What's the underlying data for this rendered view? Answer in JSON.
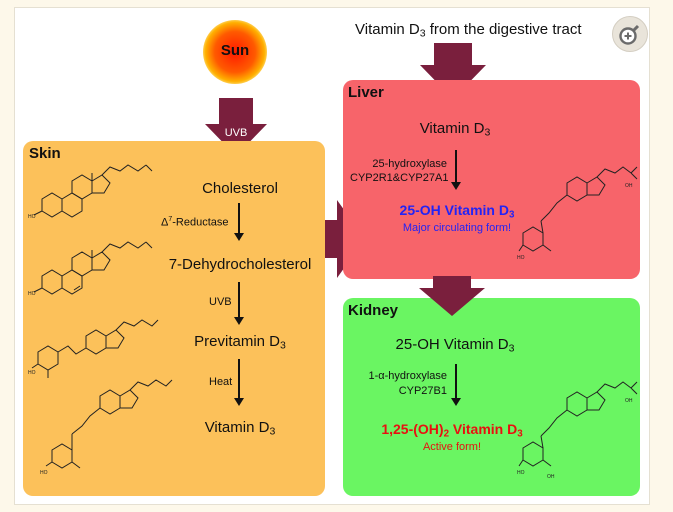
{
  "top": {
    "source_main": "Vitamin D",
    "source_sub": "3",
    "source_rest": " from the digestive tract"
  },
  "sun": {
    "label": "Sun"
  },
  "uvb_arrow": {
    "label": "UVB"
  },
  "skin": {
    "title": "Skin",
    "steps": [
      {
        "main": "Cholesterol",
        "sub": ""
      },
      {
        "main": "7-Dehydrocholesterol",
        "sub": ""
      },
      {
        "main": "Previtamin D",
        "sub": "3"
      },
      {
        "main": "Vitamin D",
        "sub": "3"
      }
    ],
    "enzymes": [
      {
        "prefix": "Δ",
        "sup": "7",
        "rest": "-Reductase"
      },
      {
        "prefix": "UVB",
        "sup": "",
        "rest": ""
      },
      {
        "prefix": "Heat",
        "sup": "",
        "rest": ""
      }
    ]
  },
  "liver": {
    "title": "Liver",
    "input": {
      "main": "Vitamin D",
      "sub": "3"
    },
    "enzyme_line1": "25-hydroxylase",
    "enzyme_line2": "CYP2R1&CYP27A1",
    "product": {
      "main": "25-OH Vitamin D",
      "sub": "3"
    },
    "note": "Major circulating form!"
  },
  "kidney": {
    "title": "Kidney",
    "input": {
      "main": "25-OH Vitamin D",
      "sub": "3"
    },
    "enzyme_line1": "1-α-hydroxylase",
    "enzyme_line2": "CYP27B1",
    "product": {
      "pre": "1,25-(OH)",
      "sub": "2",
      "post": " Vitamin D",
      "sub2": "3"
    },
    "note": "Active form!"
  },
  "colors": {
    "skin": "#fcc15a",
    "liver": "#f7646a",
    "kidney": "#6af562",
    "big_arrow": "#7a1f3d",
    "liver_product": "#2323f5",
    "kidney_product": "#e81010"
  },
  "icons": {
    "zoom": "zoom-in-icon"
  }
}
